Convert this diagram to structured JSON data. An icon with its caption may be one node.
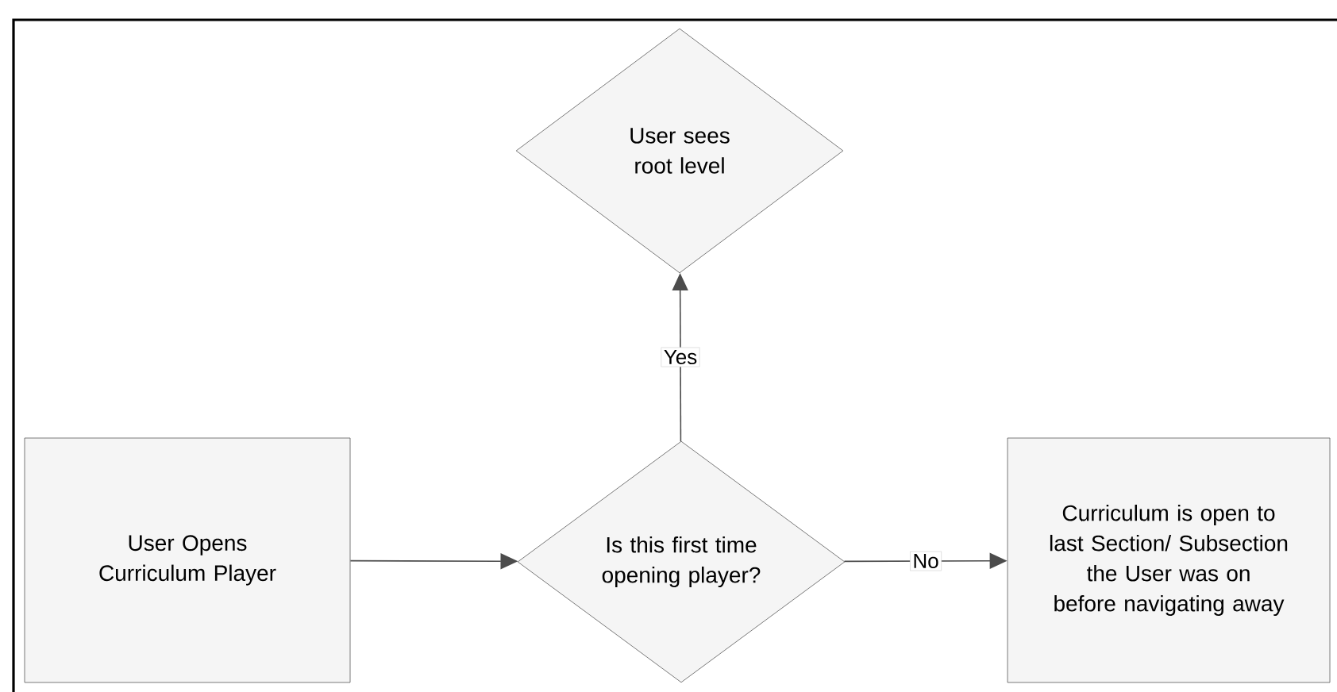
{
  "diagram": {
    "nodes": [
      {
        "text": [
          "User Opens Curriculum Player"
        ]
      },
      {
        "text": [
          "Is this first time opening player?"
        ]
      },
      {
        "text": [
          "User sees root level"
        ]
      },
      {
        "text": [
          "Curriculum is open to last Section/ Subsection the User was on before navigating away"
        ]
      }
    ],
    "edges": [
      {
        "from": 0,
        "to": 1,
        "arrow": "to"
      },
      {
        "from": 1,
        "to": 2,
        "arrow": "to",
        "label": "Yes"
      },
      {
        "from": 1,
        "to": 3,
        "arrow": "to",
        "label": "No"
      }
    ]
  }
}
